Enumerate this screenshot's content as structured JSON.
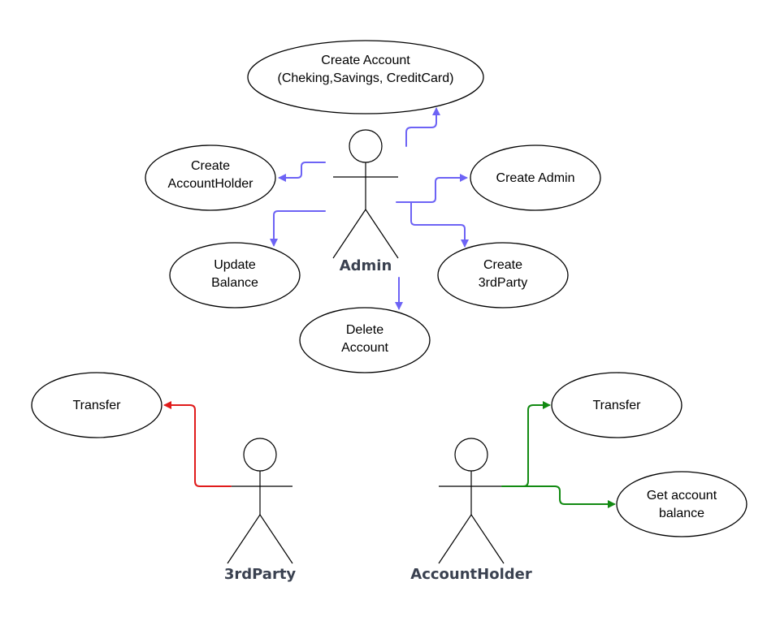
{
  "colors": {
    "admin_edges": "#6d63f5",
    "thirdparty_edges": "#e01b1b",
    "accountholder_edges": "#128a12"
  },
  "actors": {
    "admin": {
      "label": "Admin"
    },
    "thirdparty": {
      "label": "3rdParty"
    },
    "accountholder": {
      "label": "AccountHolder"
    }
  },
  "usecases": {
    "create_account": {
      "lines": [
        "Create Account",
        "(Cheking,Savings, CreditCard)"
      ]
    },
    "create_accountholder": {
      "lines": [
        "Create",
        "AccountHolder"
      ]
    },
    "create_admin": {
      "lines": [
        "Create Admin"
      ]
    },
    "update_balance": {
      "lines": [
        "Update",
        "Balance"
      ]
    },
    "create_3rdparty": {
      "lines": [
        "Create",
        "3rdParty"
      ]
    },
    "delete_account": {
      "lines": [
        "Delete",
        "Account"
      ]
    },
    "transfer_3rdparty": {
      "lines": [
        "Transfer"
      ]
    },
    "transfer_accountholder": {
      "lines": [
        "Transfer"
      ]
    },
    "get_account_balance": {
      "lines": [
        "Get account",
        "balance"
      ]
    }
  }
}
